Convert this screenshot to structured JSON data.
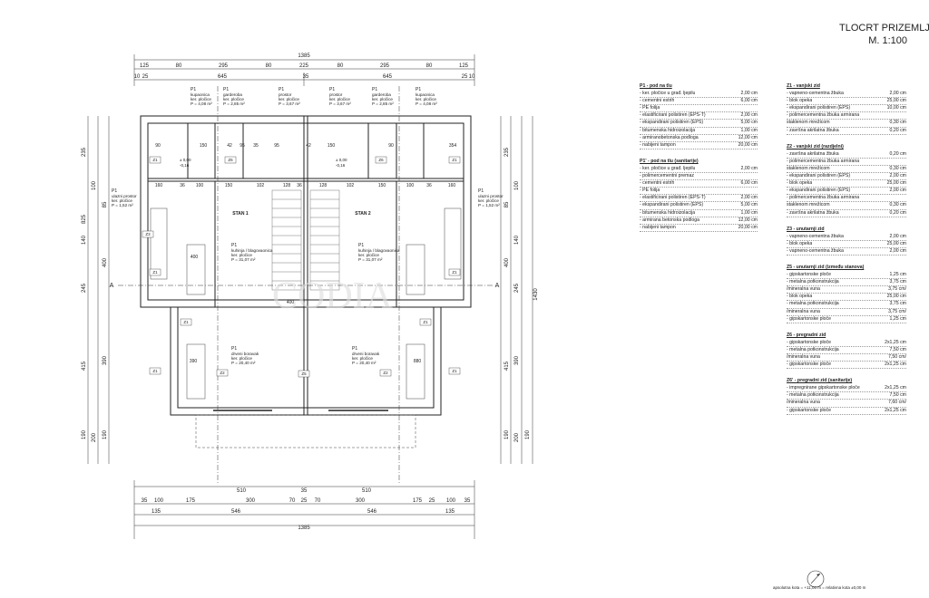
{
  "title": {
    "line1": "TLOCRT PRIZEMLJA",
    "line2": "M. 1:100"
  },
  "dims": {
    "top_total": "1385",
    "top_row1": [
      "125",
      "80",
      "295",
      "80",
      "225",
      "80",
      "295",
      "80",
      "125"
    ],
    "top_row2a": [
      "10",
      "25"
    ],
    "top_half_left": "645",
    "top_mid": "35",
    "top_half_right": "645",
    "top_row2b": [
      "25",
      "10"
    ],
    "bottom_total": "1385",
    "bottom_row1": [
      "35",
      "100",
      "175",
      "300",
      "70",
      "25",
      "70",
      "300",
      "175",
      "25",
      "100",
      "35"
    ],
    "bottom_row2": [
      "510",
      "35",
      "510"
    ],
    "bottom_row3": [
      "135",
      "546",
      "546",
      "135"
    ],
    "left_total": "825",
    "left_vert": [
      "235",
      "100",
      "85",
      "140",
      "400",
      "245",
      "415",
      "390",
      "190",
      "200",
      "190"
    ],
    "right_total": "1430",
    "right_vert": [
      "235",
      "100",
      "85",
      "140",
      "400",
      "245",
      "415",
      "390",
      "190",
      "200",
      "190"
    ]
  },
  "rooms": [
    {
      "code": "P1",
      "name": "kupaonica",
      "floor": "ker. pločice",
      "area": "P = 4,08 m²"
    },
    {
      "code": "P1",
      "name": "garderoba",
      "floor": "ker. pločice",
      "area": "P = 2,85 m²"
    },
    {
      "code": "P1",
      "name": "prostor",
      "floor": "ker. pločice",
      "area": "P = 3,67 m²"
    },
    {
      "code": "P1",
      "name": "prostor",
      "floor": "ker. pločice",
      "area": "P = 3,67 m²"
    },
    {
      "code": "P1",
      "name": "garderoba",
      "floor": "ker. pločice",
      "area": "P = 2,85 m²"
    },
    {
      "code": "P1",
      "name": "kupaonica",
      "floor": "ker. pločice",
      "area": "P = 4,08 m²"
    },
    {
      "code": "P1",
      "name": "ulazni prostor",
      "floor": "ker. pločice",
      "area": "P = 1,52 m²"
    },
    {
      "code": "P1",
      "name": "ulazni prostor",
      "floor": "ker. pločice",
      "area": "P = 1,52 m²"
    },
    {
      "code": "P1",
      "name": "kuhinja / blagovaonica",
      "floor": "ker. pločice",
      "area": "P = 31,07 m²"
    },
    {
      "code": "P1",
      "name": "kuhinja / blagovaonica",
      "floor": "ker. pločice",
      "area": "P = 31,07 m²"
    },
    {
      "code": "P1",
      "name": "drveni boravak",
      "floor": "ker. pločice",
      "area": "P = 20,40 m²"
    },
    {
      "code": "P1",
      "name": "drveni boravak",
      "floor": "ker. pločice",
      "area": "P = 20,40 m²"
    }
  ],
  "stan_labels": [
    "STAN 1",
    "STAN 2"
  ],
  "level_marks": [
    "± 0,00",
    "-0,16",
    "± 0,00",
    "-0,16"
  ],
  "interior_dims": [
    "160",
    "36",
    "100",
    "150",
    "102",
    "128",
    "36",
    "128",
    "102",
    "150",
    "100",
    "36",
    "160",
    "90",
    "150",
    "42",
    "95",
    "35",
    "95",
    "42",
    "150",
    "90",
    "354",
    "390",
    "880",
    "400",
    "400"
  ],
  "wall_tags": [
    "Z1",
    "Z1",
    "Z1",
    "Z1",
    "Z1",
    "Z1",
    "Z1",
    "Z1",
    "Z2",
    "Z2",
    "Z3",
    "Z5",
    "Z6",
    "Z6"
  ],
  "section_marks": [
    "A",
    "A"
  ],
  "specs": [
    {
      "title": "P1 - pod na tlu",
      "rows": [
        [
          "- ker. pločice u građ. ljepilu",
          "2,00 cm"
        ],
        [
          "- cementni estrih",
          "6,00 cm"
        ],
        [
          "- PE folija",
          ""
        ],
        [
          "- elastificirani polistiren (EPS-T)",
          "2,00 cm"
        ],
        [
          "- ekspandirani polistiren (EPS)",
          "5,00 cm"
        ],
        [
          "- bitumenska hidroizolacija",
          "1,00 cm"
        ],
        [
          "- armiranobetonska podloga",
          "12,00 cm"
        ],
        [
          "- nabijeni tampon",
          "20,00 cm"
        ]
      ]
    },
    {
      "title": "P1' - pod na tlu (sanitarije)",
      "rows": [
        [
          "- ker. pločice u građ. ljepilu",
          "2,00 cm"
        ],
        [
          "- polimercementni premaz",
          ""
        ],
        [
          "- cementni estrih",
          "6,00 cm"
        ],
        [
          "- PE folija",
          ""
        ],
        [
          "- elastificirani polistiren (EPS-T)",
          "2,00 cm"
        ],
        [
          "- ekspandirani polistiren (EPS)",
          "5,00 cm"
        ],
        [
          "- bitumenska hidroizolacija",
          "1,00 cm"
        ],
        [
          "- armirana betonska podloga",
          "12,00 cm"
        ],
        [
          "- nabijeni tampon",
          "20,00 cm"
        ]
      ]
    },
    {
      "title": "Z1 - vanjski zid",
      "rows": [
        [
          "- vapneno-cementna žbuka",
          "2,00 cm"
        ],
        [
          "- blok opeka",
          "25,00 cm"
        ],
        [
          "- ekspandirani polistiren (EPS)",
          "10,00 cm"
        ],
        [
          "- polimercementna žbuka armirana",
          ""
        ],
        [
          "  staklenom mrežicom",
          "0,30 cm"
        ],
        [
          "- završna akrilatna žbuka",
          "0,20 cm"
        ]
      ]
    },
    {
      "title": "Z2 - vanjski zid (razdjelni)",
      "rows": [
        [
          "- završna akrilatna žbuka",
          "0,20 cm"
        ],
        [
          "- polimercementna žbuka armirana",
          ""
        ],
        [
          "  staklenom mrežicom",
          "0,30 cm"
        ],
        [
          "- ekspandirani polistiren (EPS)",
          "2,00 cm"
        ],
        [
          "- blok opeka",
          "25,00 cm"
        ],
        [
          "- ekspandirani polistiren (EPS)",
          "2,00 cm"
        ],
        [
          "- polimercementna žbuka armirana",
          ""
        ],
        [
          "  staklenom mrežicom",
          "0,30 cm"
        ],
        [
          "- završna akrilatna žbuka",
          "0,20 cm"
        ]
      ]
    },
    {
      "title": "Z3 - unutarnji zid",
      "rows": [
        [
          "- vapneno-cementna žbuka",
          "2,00 cm"
        ],
        [
          "- blok opeka",
          "25,00 cm"
        ],
        [
          "- vapneno-cementna žbuka",
          "2,00 cm"
        ]
      ]
    },
    {
      "title": "Z5 - unutarnji zid (između stanova)",
      "rows": [
        [
          "- gipskartonske ploče",
          "1,25 cm"
        ],
        [
          "- metalna potkonstrukcija",
          "3,75 cm"
        ],
        [
          "  /mineralna vuna",
          "3,75 cm/"
        ],
        [
          "- blok opeka",
          "25,00 cm"
        ],
        [
          "- metalna potkonstrukcija",
          "3,75 cm"
        ],
        [
          "  /mineralna vuna",
          "3,75 cm/"
        ],
        [
          "- gipskartonske ploče",
          "1,25 cm"
        ]
      ]
    },
    {
      "title": "Z6 - pregradni zid",
      "rows": [
        [
          "- gipskartonske ploče",
          "2x1,25 cm"
        ],
        [
          "- metalna potkonstrukcija",
          "7,50 cm"
        ],
        [
          "  /mineralna vuna",
          "7,50 cm/"
        ],
        [
          "- gipskartonske ploče",
          "2x1,25 cm"
        ]
      ]
    },
    {
      "title": "Z6' - pregradni zid (sanitarije)",
      "rows": [
        [
          "- impregnirane gipskartonske ploče",
          "2x1,25 cm"
        ],
        [
          "- metalna potkonstrukcija",
          "7,50 cm"
        ],
        [
          "  /mineralna vuna",
          "7,60 cm/"
        ],
        [
          "- gipskartonske ploče",
          "2x1,25 cm"
        ]
      ]
    }
  ],
  "footer": "apsolutna kota = +11,00 m = relativna kota ±0,00 m"
}
